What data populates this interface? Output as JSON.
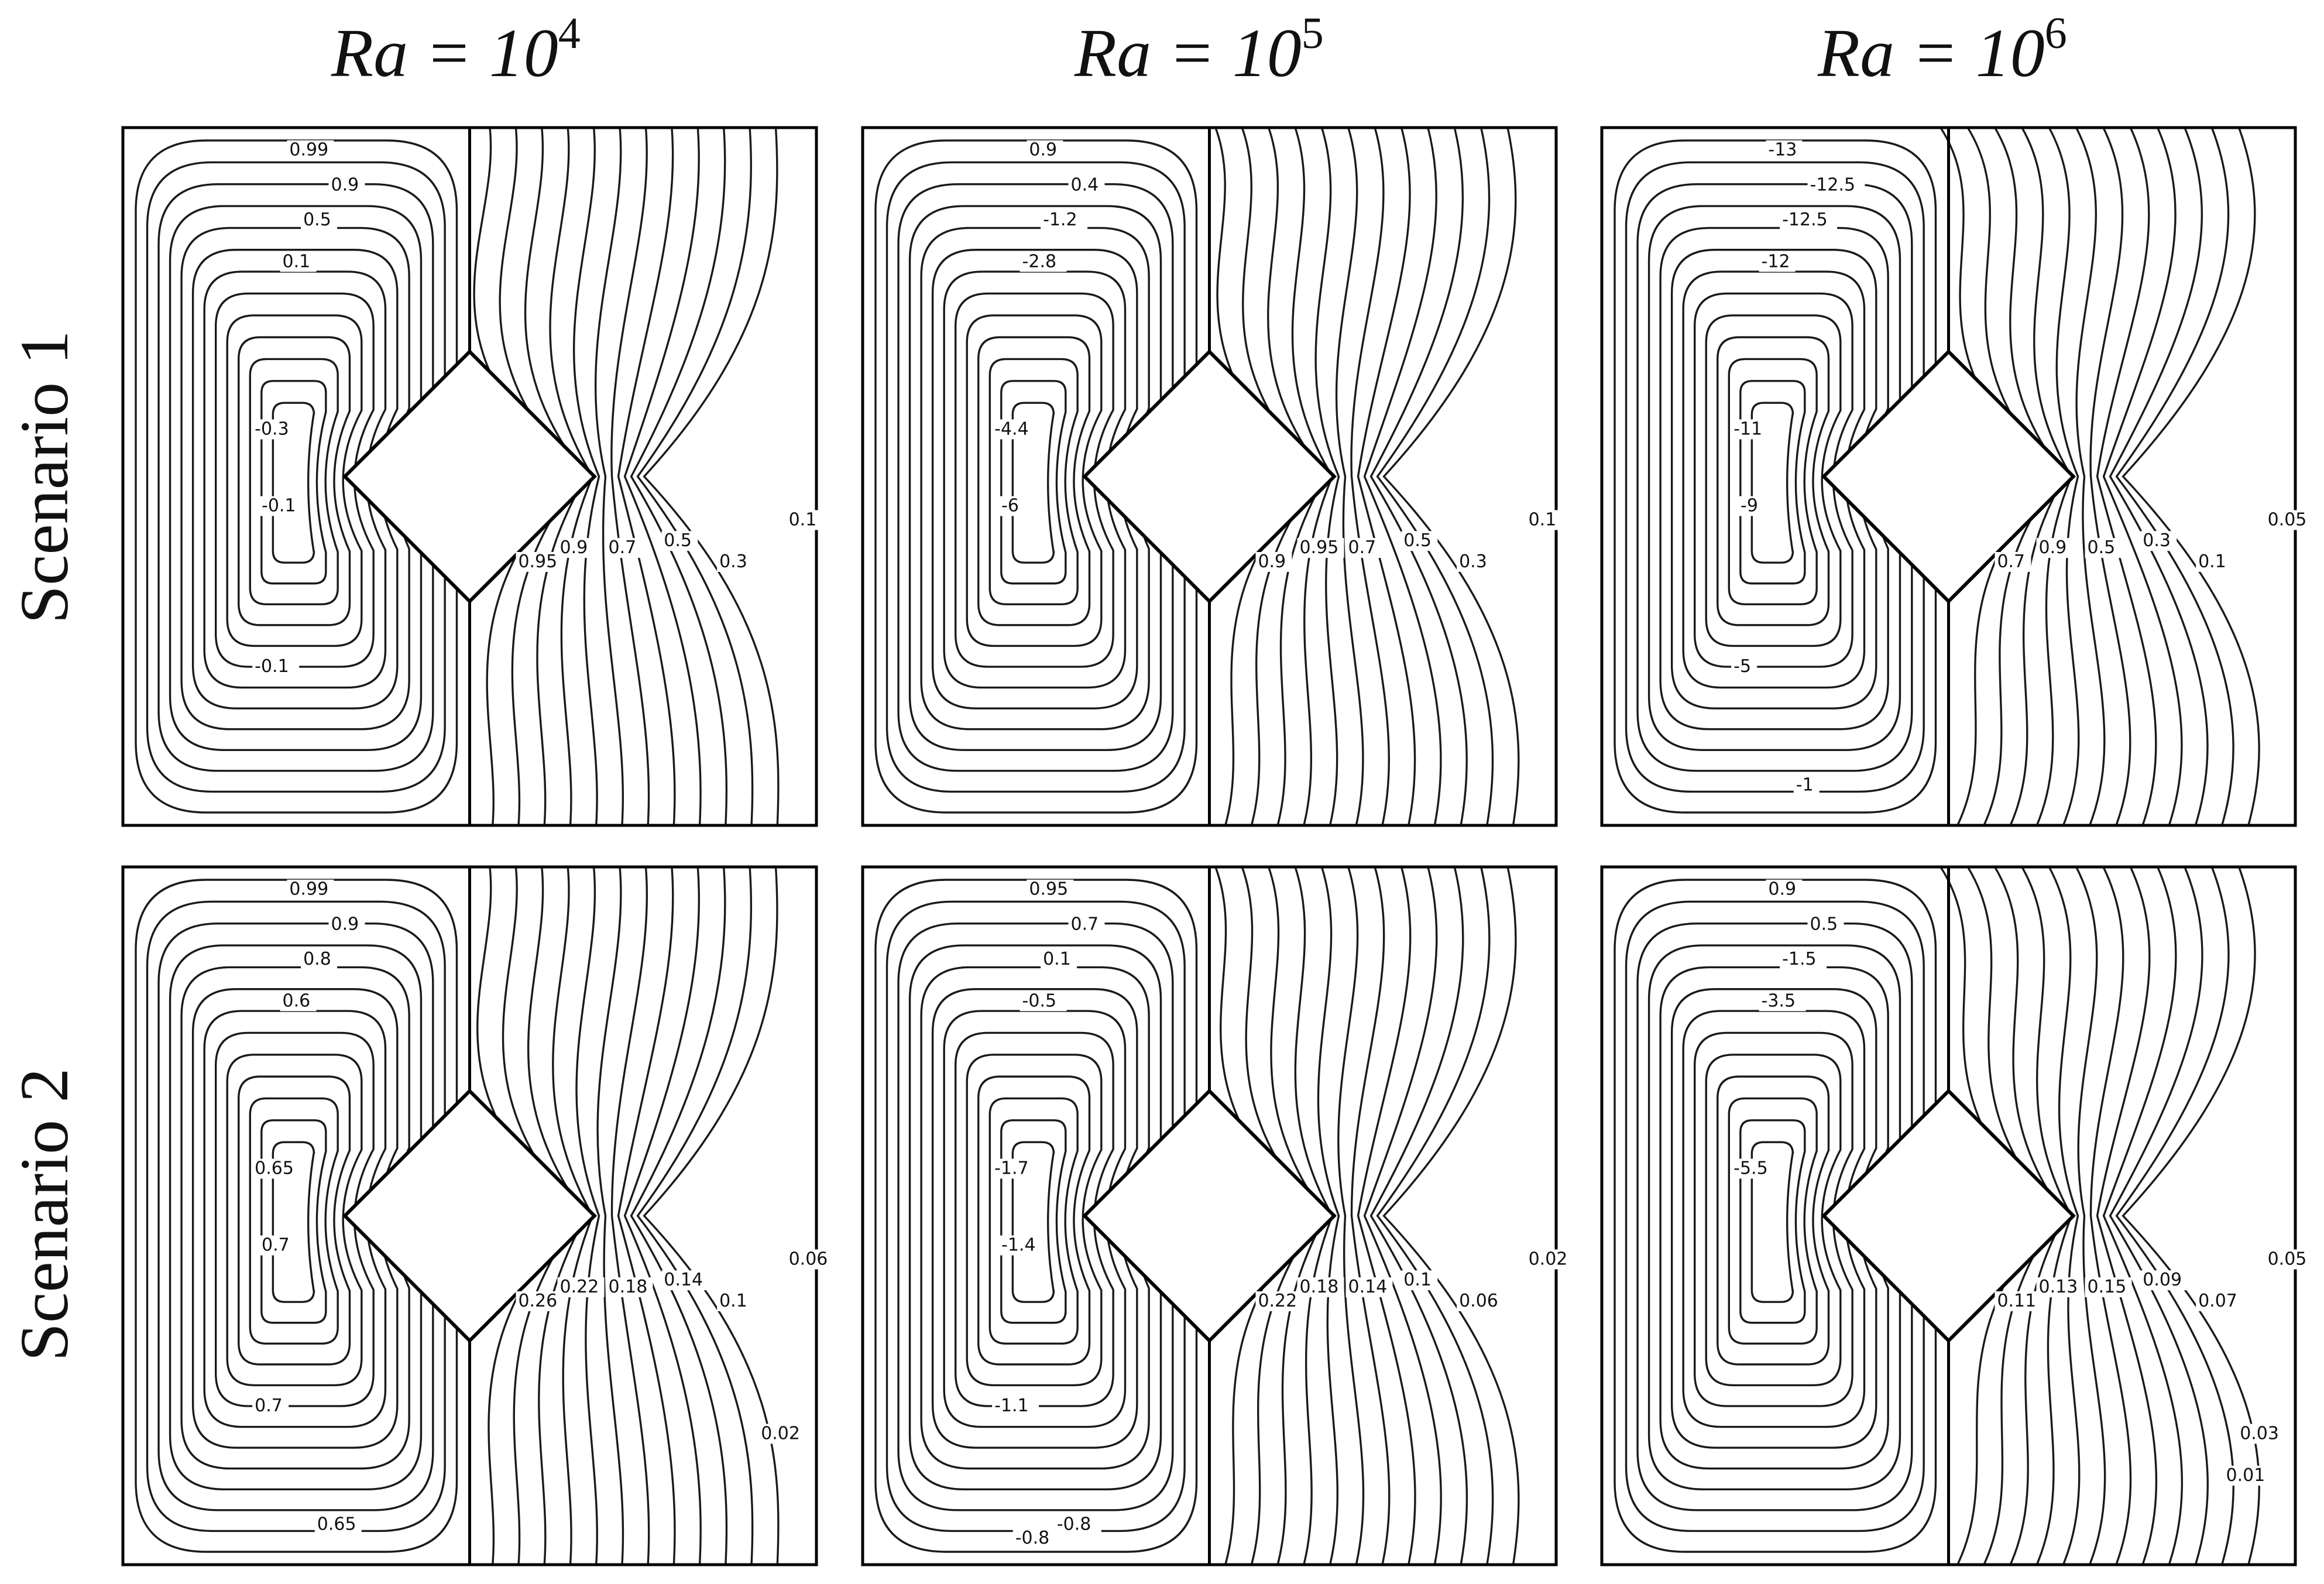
{
  "columns": [
    {
      "base": "Ra = 10",
      "exp": "4"
    },
    {
      "base": "Ra = 10",
      "exp": "5"
    },
    {
      "base": "Ra = 10",
      "exp": "6"
    }
  ],
  "rows": [
    "Scenario 1",
    "Scenario 2"
  ],
  "panels": [
    {
      "id": "s1-ra4",
      "left_labels": [
        "0.99",
        "0.9",
        "0.5",
        "0.1",
        "-0.3",
        "-0.1",
        "-0.1"
      ],
      "right_labels": [
        "0.95",
        "0.9",
        "0.7",
        "0.5",
        "0.3",
        "0.1"
      ]
    },
    {
      "id": "s1-ra5",
      "left_labels": [
        "0.9",
        "0.4",
        "-1.2",
        "-2.8",
        "-4.4",
        "-6"
      ],
      "right_labels": [
        "0.9",
        "0.95",
        "0.7",
        "0.5",
        "0.3",
        "0.1"
      ]
    },
    {
      "id": "s1-ra6",
      "left_labels": [
        "-13",
        "-12.5",
        "-12.5",
        "-12",
        "-11",
        "-9",
        "-5",
        "-1"
      ],
      "right_labels": [
        "0.7",
        "0.9",
        "0.5",
        "0.3",
        "0.1",
        "0.05"
      ]
    },
    {
      "id": "s2-ra4",
      "left_labels": [
        "0.99",
        "0.9",
        "0.8",
        "0.6",
        "0.65",
        "0.7",
        "0.7",
        "0.65"
      ],
      "right_labels": [
        "0.26",
        "0.22",
        "0.18",
        "0.14",
        "0.1",
        "0.06",
        "0.02"
      ]
    },
    {
      "id": "s2-ra5",
      "left_labels": [
        "0.95",
        "0.7",
        "0.1",
        "-0.5",
        "-1.7",
        "-1.4",
        "-1.1",
        "-0.8",
        "-0.8"
      ],
      "right_labels": [
        "0.22",
        "0.18",
        "0.14",
        "0.1",
        "0.06",
        "0.02"
      ]
    },
    {
      "id": "s2-ra6",
      "left_labels": [
        "0.9",
        "0.5",
        "-1.5",
        "-3.5",
        "-5.5"
      ],
      "right_labels": [
        "0.11",
        "0.13",
        "0.15",
        "0.09",
        "0.07",
        "0.05",
        "0.03",
        "0.01"
      ]
    }
  ]
}
